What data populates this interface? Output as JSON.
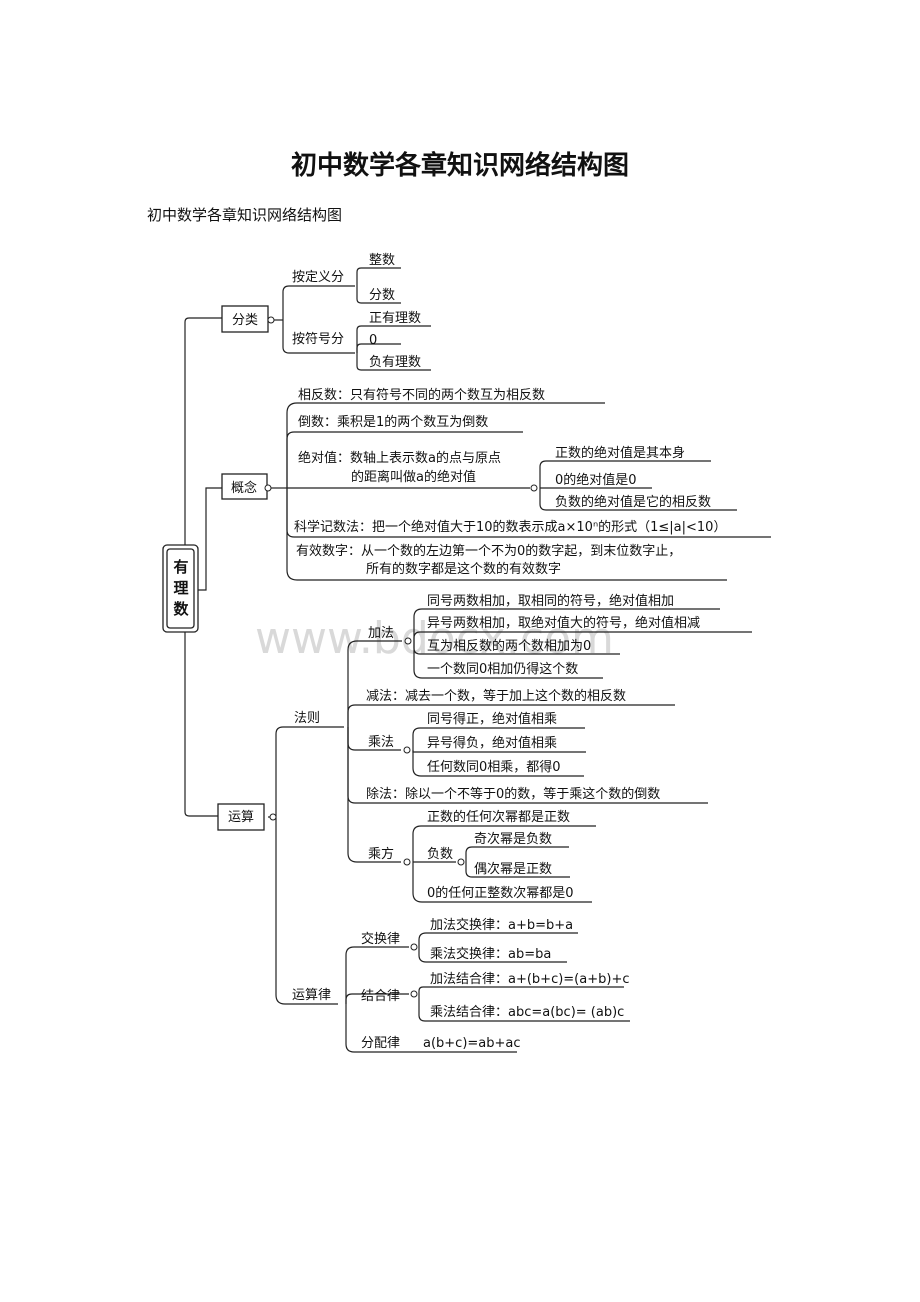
{
  "title": "初中数学各章知识网络结构图",
  "subtitle": "初中数学各章知识网络结构图",
  "watermark": "www.bdocx.com",
  "root": "有理数",
  "branches": {
    "classify": {
      "label": "分类",
      "by_definition": {
        "label": "按定义分",
        "items": [
          "整数",
          "分数"
        ]
      },
      "by_sign": {
        "label": "按符号分",
        "items": [
          "正有理数",
          "0",
          "负有理数"
        ]
      }
    },
    "concept": {
      "label": "概念",
      "opposite": "相反数：只有符号不同的两个数互为相反数",
      "reciprocal": "倒数：乘积是1的两个数互为倒数",
      "absolute": {
        "line1": "绝对值：数轴上表示数a的点与原点",
        "line2": "的距离叫做a的绝对值",
        "items": [
          "正数的绝对值是其本身",
          "0的绝对值是0",
          "负数的绝对值是它的相反数"
        ]
      },
      "scientific": "科学记数法：把一个绝对值大于10的数表示成a×10ⁿ的形式（1≤|a|<10）",
      "significant": {
        "line1": "有效数字：从一个数的左边第一个不为0的数字起，到末位数字止，",
        "line2": "所有的数字都是这个数的有效数字"
      }
    },
    "operation": {
      "label": "运算",
      "rules": {
        "label": "法则",
        "add": {
          "label": "加法",
          "items": [
            "同号两数相加，取相同的符号，绝对值相加",
            "异号两数相加，取绝对值大的符号，绝对值相减",
            "互为相反数的两个数相加为0",
            "一个数同0相加仍得这个数"
          ]
        },
        "subtract": "减法：减去一个数，等于加上这个数的相反数",
        "multiply": {
          "label": "乘法",
          "items": [
            "同号得正，绝对值相乘",
            "异号得负，绝对值相乘",
            "任何数同0相乘，都得0"
          ]
        },
        "divide": "除法：除以一个不等于0的数，等于乘这个数的倒数",
        "power": {
          "label": "乘方",
          "positive": "正数的任何次幂都是正数",
          "negative": {
            "label": "负数",
            "items": [
              "奇次幂是负数",
              "偶次幂是正数"
            ]
          },
          "zero": "0的任何正整数次幂都是0"
        }
      },
      "laws": {
        "label": "运算律",
        "commutative": {
          "label": "交换律",
          "items": [
            "加法交换律：a+b=b+a",
            "乘法交换律：ab=ba"
          ]
        },
        "associative": {
          "label": "结合律",
          "items": [
            "加法结合律：a+(b+c)=(a+b)+c",
            "乘法结合律：abc=a(bc)= (ab)c"
          ]
        },
        "distributive": {
          "label": "分配律",
          "formula": "a(b+c)=ab+ac"
        }
      }
    }
  }
}
